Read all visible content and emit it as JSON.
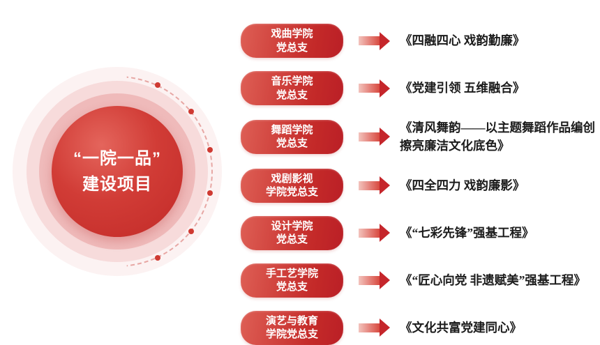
{
  "diagram": {
    "center": {
      "line1": "“一院一品”",
      "line2": "建设项目"
    },
    "items": [
      {
        "branch": "戏曲学院\n党总支",
        "project": "《四融四心 戏韵勤廉》"
      },
      {
        "branch": "音乐学院\n党总支",
        "project": "《党建引领 五维融合》"
      },
      {
        "branch": "舞蹈学院\n党总支",
        "project": "《清风舞韵——以主题舞蹈作品编创擦亮廉洁文化底色》"
      },
      {
        "branch": "戏剧影视\n学院党总支",
        "project": "《四全四力 戏韵廉影》"
      },
      {
        "branch": "设计学院\n党总支",
        "project": "《“七彩先锋”强基工程》"
      },
      {
        "branch": "手工艺学院\n党总支",
        "project": "《“匠心向党 非遗赋美”强基工程》"
      },
      {
        "branch": "演艺与教育\n学院党总支",
        "project": "《文化共富党建同心》"
      }
    ],
    "colors": {
      "accent_red": "#c5262b",
      "light_red": "#f3c3bd",
      "ripple_red": "#d64545"
    }
  }
}
